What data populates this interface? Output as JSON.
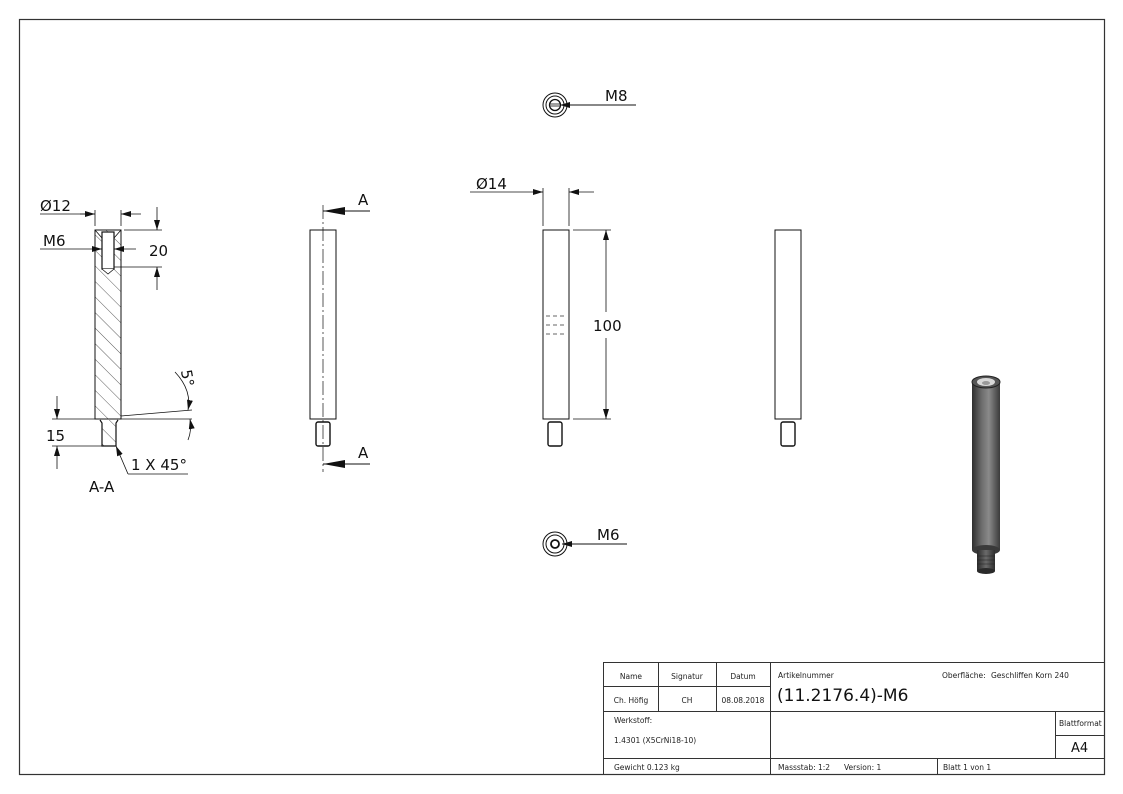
{
  "drawing": {
    "views": {
      "section": {
        "label": "A-A",
        "dim_diameter": "Ø12",
        "dim_thread": "M6",
        "dim_depth": "20",
        "dim_stud_length": "15",
        "dim_angle": "5°",
        "dim_chamfer": "1 X 45°"
      },
      "side": {
        "section_marker_top": "A",
        "section_marker_bottom": "A"
      },
      "front": {
        "dim_diameter": "Ø14",
        "dim_length": "100"
      },
      "top_view": {
        "thread_label": "M8"
      },
      "bottom_view": {
        "thread_label": "M6"
      },
      "isometric": {
        "description": "3D shaded render of rod with threaded stud"
      }
    }
  },
  "title_block": {
    "headers": {
      "name": "Name",
      "signature": "Signatur",
      "date": "Datum"
    },
    "values": {
      "name": "Ch. Höfig",
      "signature": "CH",
      "date": "08.08.2018"
    },
    "article_label": "Artikelnummer",
    "article_number": "(11.2176.4)-M6",
    "surface_label": "Oberfläche:",
    "surface_value": "Geschliffen Korn 240",
    "material_label": "Werkstoff:",
    "material_value": "1.4301 (X5CrNi18-10)",
    "format_label": "Blattformat",
    "format_value": "A4",
    "weight": "Gewicht 0.123 kg",
    "scale": "Massstab: 1:2",
    "version": "Version: 1",
    "sheet": "Blatt 1 von 1"
  },
  "colors": {
    "line": "#111111",
    "frame": "#333333",
    "render_dark": "#3a3a3a",
    "render_light": "#8a8a8a"
  }
}
